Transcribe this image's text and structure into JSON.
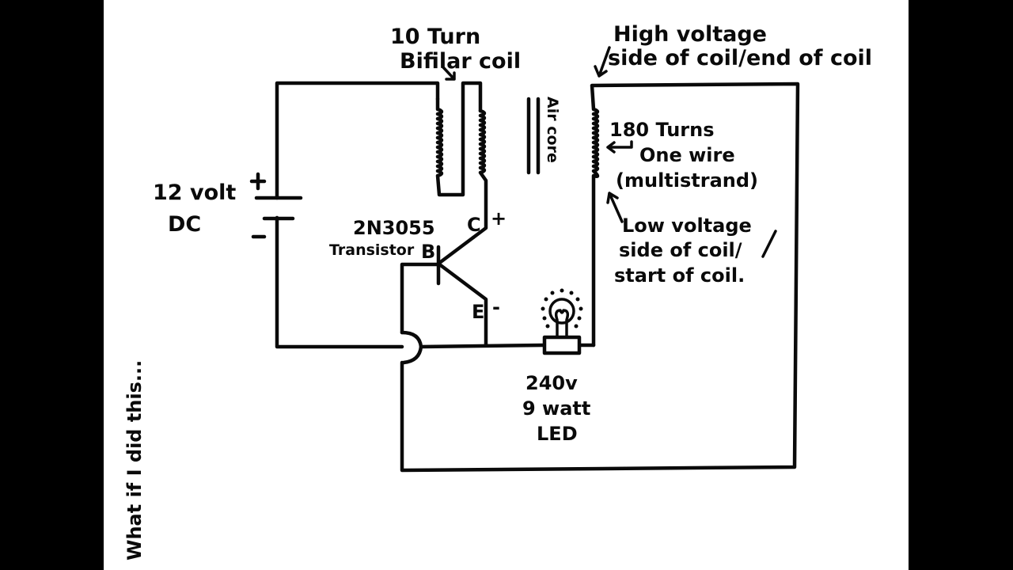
{
  "title": "Hand-drawn bifilar coil / joule-thief style circuit",
  "colors": {
    "ink": "#0a0a0a",
    "paper": "#ffffff",
    "border": "#000000"
  },
  "labels": {
    "bifilar_coil_line1": "10 Turn",
    "bifilar_coil_line2": "Bifilar coil",
    "air_core": "Air core",
    "high_voltage_line1": "High voltage",
    "high_voltage_line2": "side of coil/end of coil",
    "secondary_line1": "180 Turns",
    "secondary_line2": "One wire",
    "secondary_line3": "(multistrand)",
    "low_voltage_line1": "Low voltage",
    "low_voltage_line2": "side of coil/",
    "low_voltage_line3": "start of coil.",
    "battery_line1": "12 volt",
    "battery_line2": "DC",
    "battery_plus": "+",
    "battery_minus": "-",
    "transistor_model": "2N3055",
    "transistor_word": "Transistor",
    "pin_b": "B",
    "pin_c": "C",
    "pin_e": "E",
    "collector_sign": "+",
    "emitter_sign": "-",
    "led_line1": "240v",
    "led_line2": "9 watt",
    "led_line3": "LED",
    "side_note": "What if I did this..."
  }
}
